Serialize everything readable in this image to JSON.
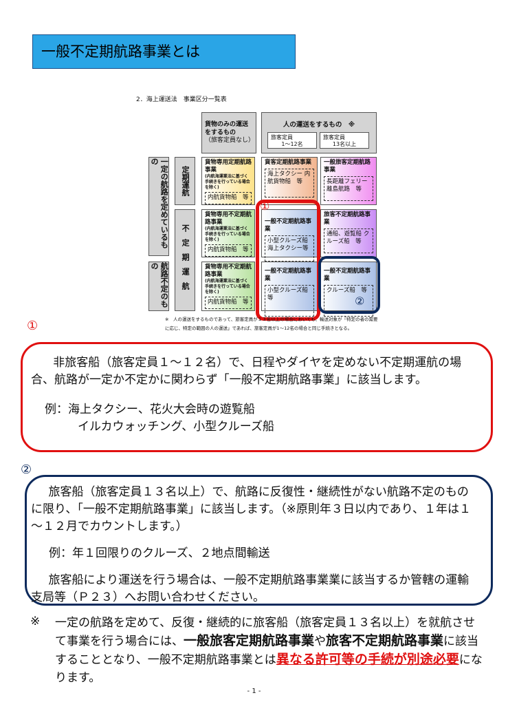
{
  "title": "一般不定期航路事業とは",
  "figure": {
    "caption": "2．海上運送法　事業区分一覧表",
    "col_cargo": [
      "貨物のみの運送",
      "をするもの",
      "（旅客定員なし）"
    ],
    "col_people": "人の運送をするもの　※",
    "col_1_12": [
      "旅客定員",
      "1～12名"
    ],
    "col_13": [
      "旅客定員",
      "13名以上"
    ],
    "row_fixed_route": "一定の航路を定めているもの",
    "row_unfixed_route": "航路不定のもの",
    "row_regular": "定期運航",
    "row_irregular": "不定期運航",
    "cargo_regular": {
      "title": "貨物専用定期航路事業",
      "note": "(内航海運業法に基づく手続きを行っている場合を除く)",
      "example": "内航貨物船　等"
    },
    "cargo_irregular": {
      "title": "貨物専用不定期航路事業",
      "note": "(内航海運業法に基づく手続きを行っている場合を除く)",
      "example": "内航貨物船　等"
    },
    "cargo_irregular2": {
      "title": "貨物専用不定期航路事業",
      "note": "(内航海運業法に基づく手続きを行っている場合を除く)",
      "example": "内航貨物船　等"
    },
    "p12_regular": {
      "title": "貨客定期航路事業",
      "example": "海上タクシー 内航貨物船　等"
    },
    "p13_regular": {
      "title": "一般旅客定期航路事業",
      "example": "長距離フェリー 離島航路　等"
    },
    "p12_irregular": {
      "title": "一般不定期航路事業",
      "example": "小型クルーズ船 海上タクシー等"
    },
    "p13_irregular": {
      "title": "旅客不定期航路事業",
      "example": "通船、遊覧船 クルーズ船　等"
    },
    "p12_unfixed": {
      "title": "一般不定期航路事業",
      "example": "小型クルーズ船　等"
    },
    "p13_unfixed": {
      "title": "一般不定期航路事業",
      "example": "クルーズ船　等"
    },
    "marker1": "①",
    "marker2": "②",
    "footnote": "※　人の運送をするものであって、旅客定員が１３名以上の場合においても、輸送対象が「特定の者の需要に応じ、特定の範囲の人の運送」であれば、旅客定員が1～12名の場合と同じ手続きとなる。"
  },
  "section1": {
    "marker": "①",
    "text": "非旅客船（旅客定員１～１２名）で、日程やダイヤを定めない不定期運航の場合、航路が一定か不定かに関わらず「一般不定期航路事業」に該当します。",
    "example1": "例：海上タクシー、花火大会時の遊覧船",
    "example2": "イルカウォッチング、小型クルーズ船"
  },
  "section2": {
    "marker": "②",
    "text": "旅客船（旅客定員１３名以上）で、航路に反復性・継続性がない航路不定のものに限り、「一般不定期航路事業」に該当します。（※原則年３日以内であり、１年は１～１２月でカウントします。）",
    "example": "例：年１回限りのクルーズ、２地点間輸送",
    "contact": "旅客船により運送を行う場合は、一般不定期航路事業業に該当するか管轄の運輸支局等（Ｐ２３）へお問い合わせください。"
  },
  "note": {
    "mark": "※",
    "t1": "一定の航路を定めて、反復・継続的に旅客船（旅客定員１３名以上）を就航させて事業を行う場合には、",
    "b1": "一般旅客定期航路事業",
    "t2": "や",
    "b2": "旅客不定期航路事業",
    "t3": "に該当することとなり、一般不定期航路事業とは",
    "r1": "異なる許可等の手続が別途必要",
    "t4": "になります。"
  },
  "page_number": "- 1 -",
  "colors": {
    "red": "#e01010",
    "navy": "#0d2a5c",
    "title_bg": "#2aa5e6"
  }
}
